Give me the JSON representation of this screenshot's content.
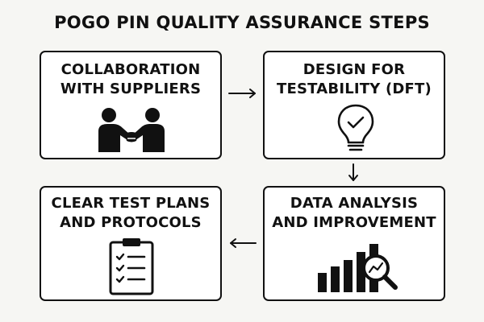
{
  "title": "POGO PIN QUALITY ASSURANCE STEPS",
  "steps": [
    {
      "lines": [
        "COLLABORATION",
        "WITH SUPPLIERS"
      ],
      "icon": "handshake-icon"
    },
    {
      "lines": [
        "DESIGN FOR",
        "TESTABILITY (DFT)"
      ],
      "icon": "lightbulb-check-icon"
    },
    {
      "lines": [
        "DATA ANALYSIS",
        "AND IMPROVEMENT"
      ],
      "icon": "bar-chart-magnifier-icon"
    },
    {
      "lines": [
        "CLEAR TEST PLANS",
        "AND PROTOCOLS"
      ],
      "icon": "clipboard-checklist-icon"
    }
  ],
  "colors": {
    "background": "#f6f6f3",
    "box": "#ffffff",
    "ink": "#111111"
  }
}
